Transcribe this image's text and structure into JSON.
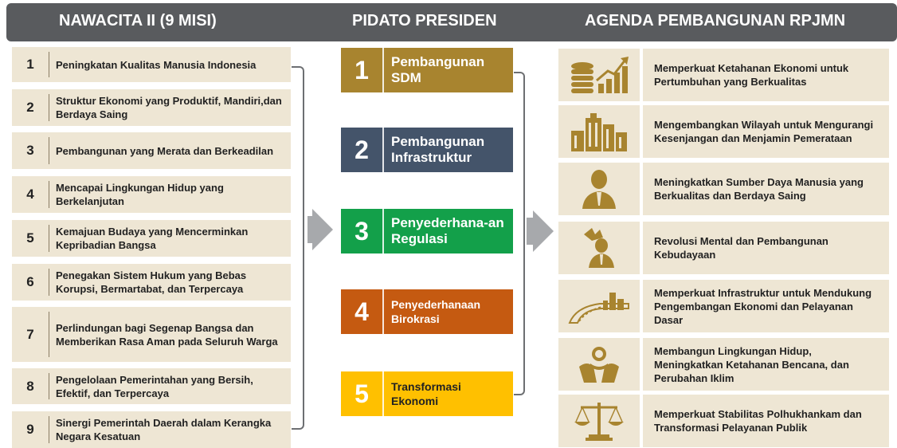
{
  "headers": {
    "left": "NAWACITA II (9 MISI)",
    "middle": "PIDATO PRESIDEN",
    "right": "AGENDA PEMBANGUNAN RPJMN"
  },
  "misi": [
    {
      "num": "1",
      "text": "Peningkatan Kualitas Manusia Indonesia"
    },
    {
      "num": "2",
      "text": "Struktur Ekonomi yang Produktif, Mandiri,dan Berdaya Saing"
    },
    {
      "num": "3",
      "text": "Pembangunan yang Merata dan Berkeadilan"
    },
    {
      "num": "4",
      "text": "Mencapai Lingkungan Hidup yang Berkelanjutan"
    },
    {
      "num": "5",
      "text": "Kemajuan Budaya yang Mencerminkan Kepribadian Bangsa"
    },
    {
      "num": "6",
      "text": "Penegakan Sistem Hukum yang Bebas Korupsi, Bermartabat, dan Terpercaya"
    },
    {
      "num": "7",
      "text": "Perlindungan bagi Segenap Bangsa dan Memberikan Rasa Aman pada Seluruh Warga"
    },
    {
      "num": "8",
      "text": "Pengelolaan Pemerintahan yang Bersih, Efektif, dan Terpercaya"
    },
    {
      "num": "9",
      "text": "Sinergi Pemerintah Daerah dalam Kerangka Negara Kesatuan"
    }
  ],
  "pidato": [
    {
      "num": "1",
      "text": "Pembangunan SDM",
      "color": "#a8842f"
    },
    {
      "num": "2",
      "text": "Pembangunan Infrastruktur",
      "color": "#44546a"
    },
    {
      "num": "3",
      "text": "Penyederhana-an Regulasi",
      "color": "#13a04a"
    },
    {
      "num": "4",
      "text": "Penyederhanaan Birokrasi",
      "color": "#c55a11"
    },
    {
      "num": "5",
      "text": "Transformasi Ekonomi",
      "color": "#ffc000"
    }
  ],
  "agenda": [
    {
      "icon": "coins-growth-chart-icon",
      "text": "Memperkuat Ketahanan Ekonomi untuk Pertumbuhan yang Berkualitas"
    },
    {
      "icon": "city-buildings-icon",
      "text": "Mengembangkan Wilayah untuk Mengurangi Kesenjangan dan Menjamin Pemerataan"
    },
    {
      "icon": "businessman-icon",
      "text": "Meningkatkan Sumber Daya Manusia yang Berkualitas dan Berdaya Saing"
    },
    {
      "icon": "garuda-person-icon",
      "text": "Revolusi Mental dan Pembangunan Kebudayaan"
    },
    {
      "icon": "road-city-icon",
      "text": "Memperkuat Infrastruktur untuk Mendukung Pengembangan Ekonomi dan Pelayanan Dasar"
    },
    {
      "icon": "hands-globe-icon",
      "text": "Membangun Lingkungan Hidup, Meningkatkan Ketahanan Bencana, dan Perubahan Iklim"
    },
    {
      "icon": "justice-scales-icon",
      "text": "Memperkuat Stabilitas Polhukhankam dan Transformasi Pelayanan Publik"
    }
  ],
  "colors": {
    "header": "#595b5e",
    "cell": "#eee6d4",
    "icon": "#a8842f",
    "arrow": "#a7a9ac"
  }
}
